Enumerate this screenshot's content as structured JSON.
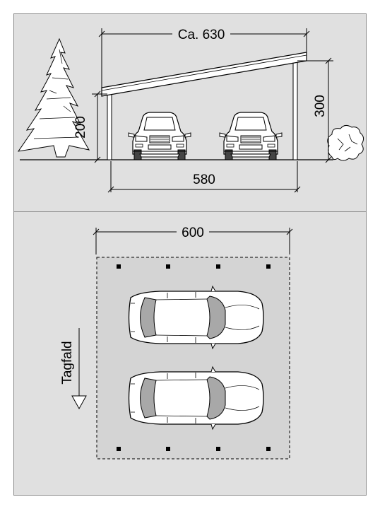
{
  "elevation": {
    "label_total_width": "Ca. 630",
    "label_post_span": "580",
    "label_low_height": "200",
    "label_high_height": "300"
  },
  "plan": {
    "label_width": "600",
    "label_roof_slope": "Tagfald"
  },
  "colors": {
    "panel_bg": "#e0e0e0",
    "panel_border": "#8a8a8a",
    "slab": "#d4d4d4",
    "car_window": "#a8a8a8",
    "line": "#000000"
  }
}
